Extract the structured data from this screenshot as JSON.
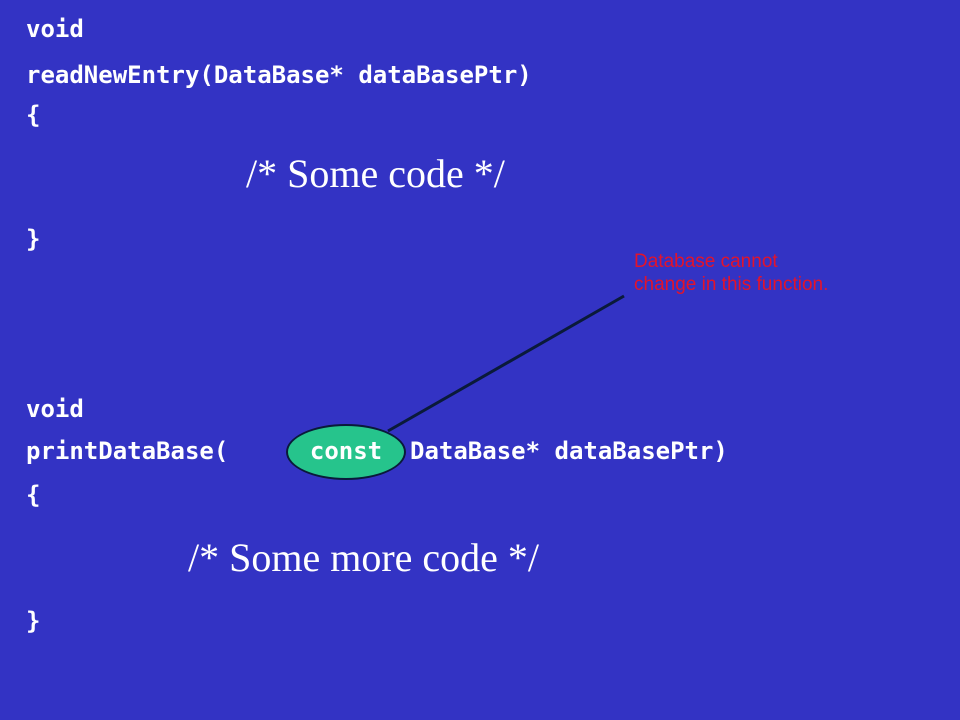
{
  "colors": {
    "background": "#3333c4",
    "code_text": "#ffffff",
    "callout_text": "#e3132b",
    "highlight_fill": "#26c48c",
    "pointer_line": "#0a1a3a"
  },
  "block1": {
    "return_type": "void",
    "signature": "readNewEntry(DataBase* dataBasePtr)",
    "open_brace": "{",
    "comment": "/* Some code */",
    "close_brace": "}"
  },
  "callout": {
    "line1": "Database cannot",
    "line2": "change in this function."
  },
  "block2": {
    "return_type": "void",
    "signature_prefix": "printDataBase(",
    "highlight_word": "const",
    "signature_suffix": "DataBase* dataBasePtr)",
    "open_brace": "{",
    "comment": "/* Some more code */",
    "close_brace": "}"
  }
}
